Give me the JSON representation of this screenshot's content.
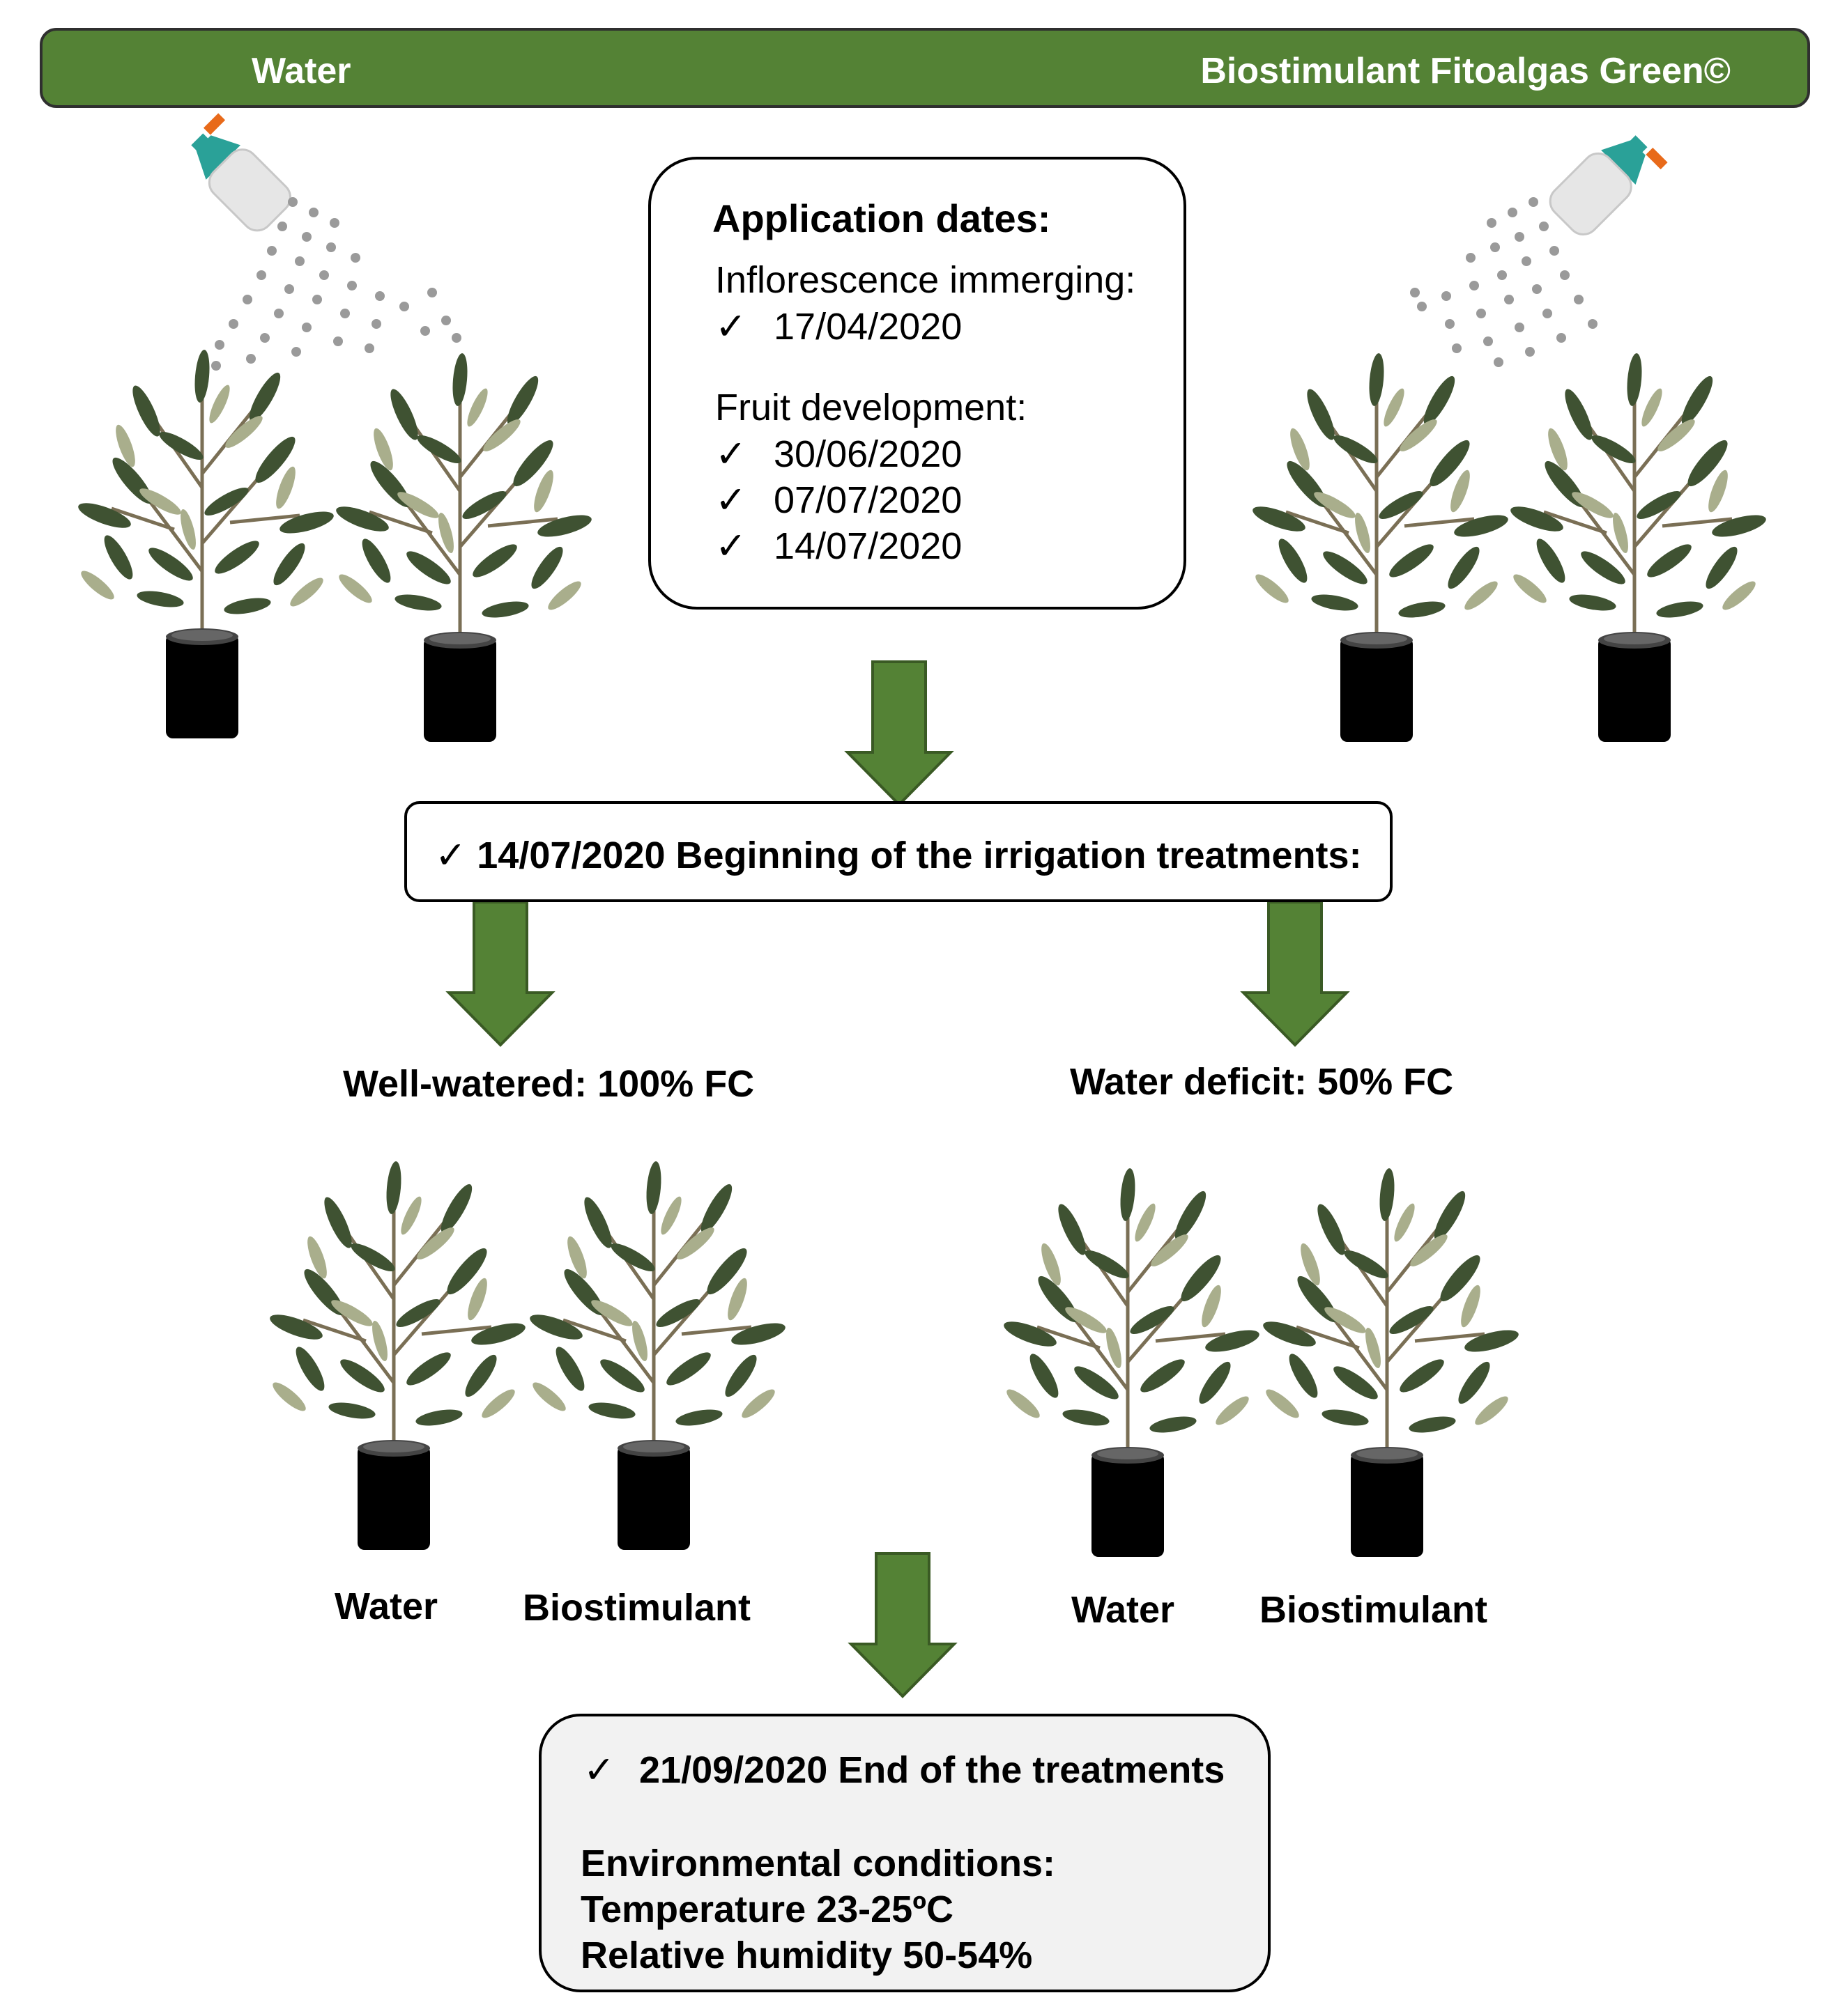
{
  "banner": {
    "left_label": "Water",
    "right_label": "Biostimulant Fitoalgas Green©",
    "color": "#548235"
  },
  "application_box": {
    "title": "Application dates:",
    "sections": [
      {
        "heading": "Inflorescence immerging:",
        "dates": [
          "17/04/2020"
        ]
      },
      {
        "heading": "Fruit development:",
        "dates": [
          "30/06/2020",
          "07/07/2020",
          "14/07/2020"
        ]
      }
    ]
  },
  "irrigation_box": {
    "text": "14/07/2020 Beginning of the irrigation treatments:"
  },
  "treatments": {
    "well_watered": "Well-watered: 100% FC",
    "water_deficit": "Water deficit: 50% FC"
  },
  "plant_labels": {
    "ww_water": "Water",
    "ww_biostimulant": "Biostimulant",
    "wd_water": "Water",
    "wd_biostimulant": "Biostimulant"
  },
  "end_box": {
    "end_text": "21/09/2020 End of the treatments",
    "env_title": "Environmental conditions:",
    "temperature": "Temperature 23-25ºC",
    "humidity": "Relative humidity 50-54%"
  },
  "check_symbol": "✓",
  "colors": {
    "arrow": "#548235",
    "arrow_outline": "#3a5a24",
    "leaf_dark": "#3f5232",
    "leaf_light": "#a9ae8c",
    "pot": "#000000",
    "spray_dot": "#9a9a9a"
  },
  "icons": [
    "spray-bottle-icon",
    "olive-plant-icon",
    "arrow-down-icon",
    "check-icon"
  ]
}
